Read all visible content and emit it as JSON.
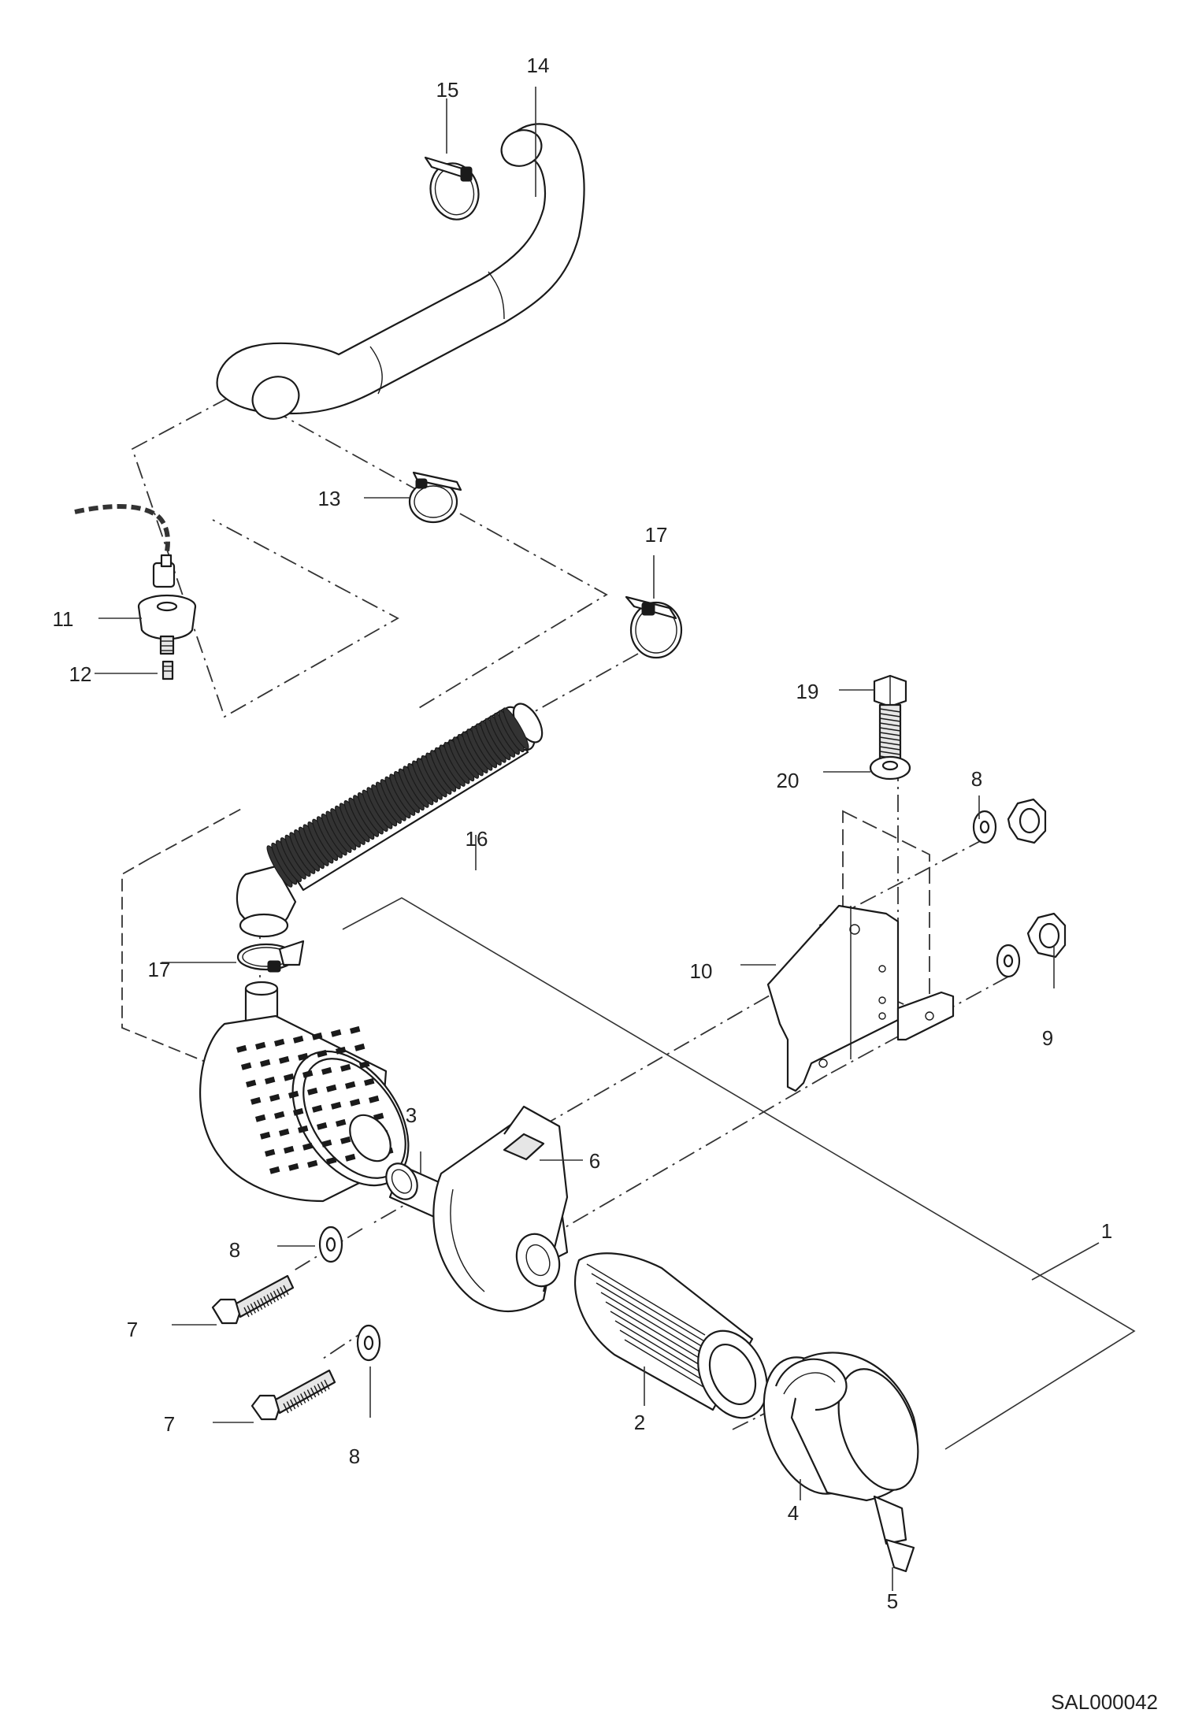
{
  "diagram": {
    "document_id": "SAL000042",
    "callouts": {
      "c1": "1",
      "c2": "2",
      "c3": "3",
      "c4": "4",
      "c5": "5",
      "c6": "6",
      "c7a": "7",
      "c7b": "7",
      "c8a": "8",
      "c8b": "8",
      "c8c": "8",
      "c9": "9",
      "c10": "10",
      "c11": "11",
      "c12": "12",
      "c13": "13",
      "c14": "14",
      "c15": "15",
      "c16": "16",
      "c17a": "17",
      "c17b": "17",
      "c19": "19",
      "c20": "20"
    }
  }
}
